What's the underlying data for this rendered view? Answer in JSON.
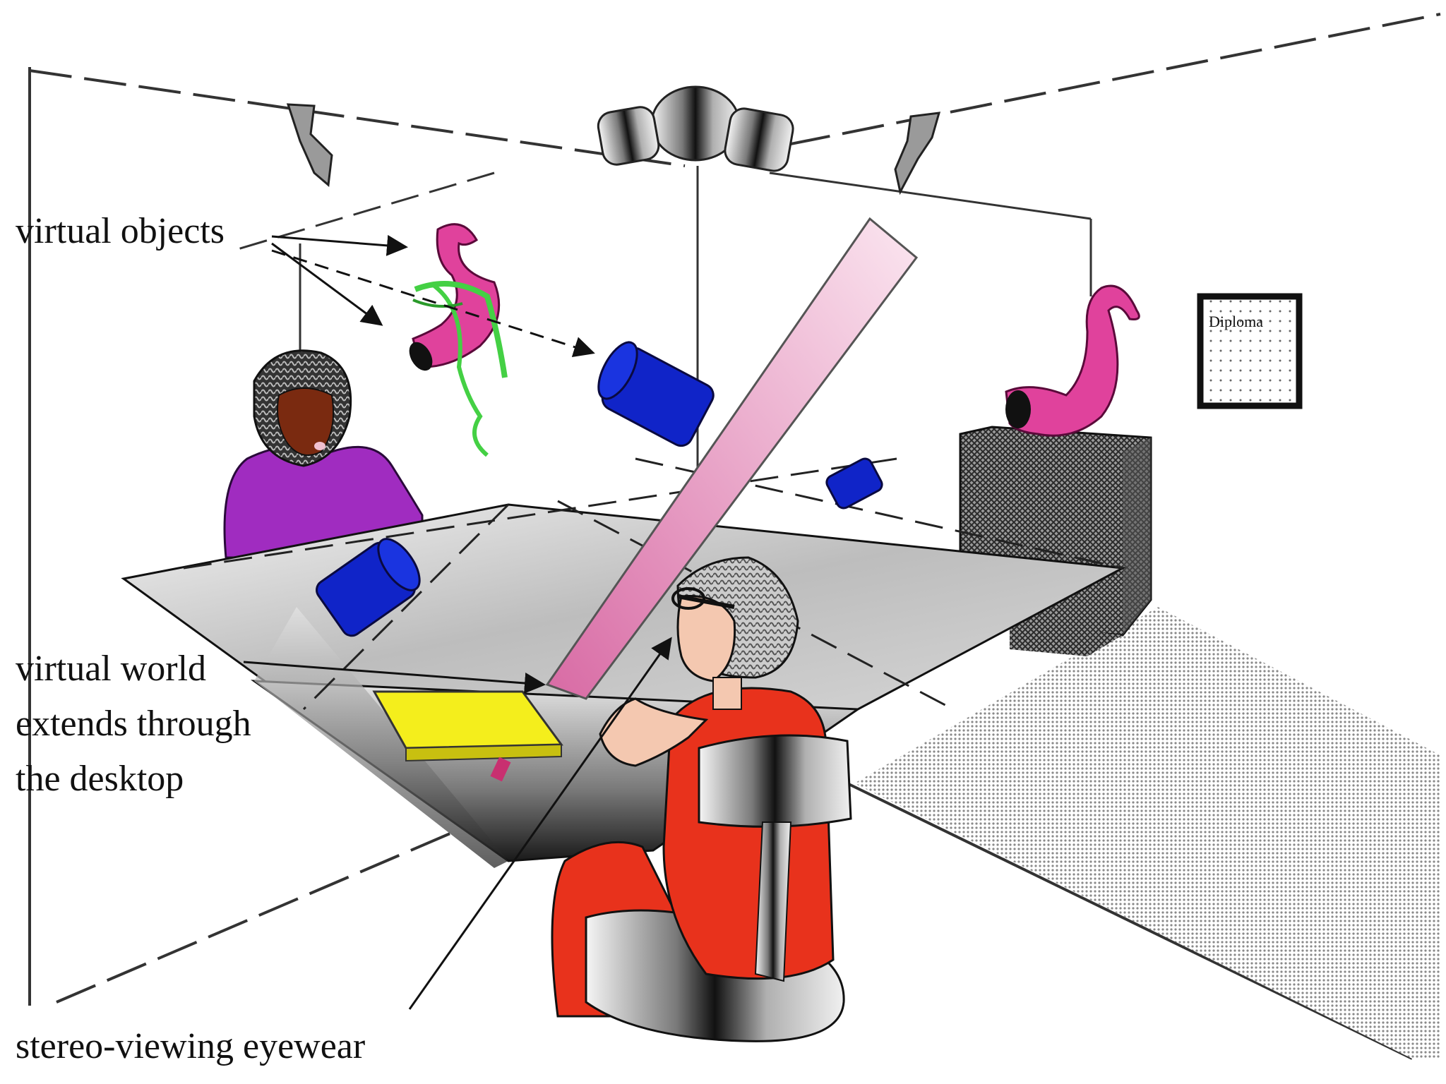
{
  "labels": {
    "virtual_objects": "virtual objects",
    "virtual_world_line1": "virtual world",
    "virtual_world_line2": "extends through",
    "virtual_world_line3": "the desktop",
    "eyewear": "stereo-viewing eyewear",
    "diploma": "Diploma"
  },
  "icons": [
    "ceiling-projector-icon",
    "tracking-sensor-icon",
    "stomach-model-icon",
    "cylinder-icon",
    "person-icon",
    "diploma-icon",
    "light-beam-icon"
  ],
  "colors": {
    "magenta": "#e0429c",
    "blue": "#1024c8",
    "yellow": "#f4ee1c",
    "orange_red": "#e8321c",
    "purple": "#a02cc0",
    "green": "#44d044",
    "beam_pink": "#e8a0c4"
  }
}
